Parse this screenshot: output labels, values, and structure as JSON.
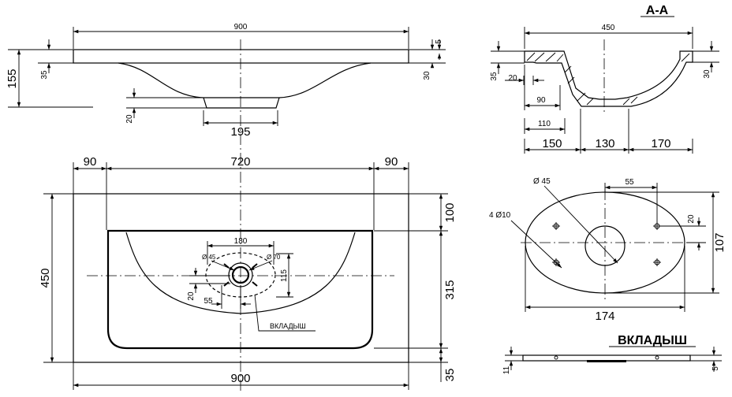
{
  "side_view": {
    "overall": "900",
    "depth": "155",
    "top": "35",
    "rim": "30",
    "edge": "5",
    "drain_h": "20",
    "drain_w": "195"
  },
  "plan_view": {
    "left": "90",
    "mid": "720",
    "right": "90",
    "depth": "450",
    "width": "900",
    "off_top": "100",
    "off_mid": "315",
    "off_bot": "35",
    "insert_w": "180",
    "d45": "Ø 45",
    "d70": "Ø 70",
    "insert_h": "115",
    "drain_off": "20",
    "drain_side": "55",
    "insert_label": "ВКЛАДЫШ"
  },
  "section": {
    "title": "А-А",
    "width": "450",
    "left_h": "35",
    "right_h": "30",
    "gap": "20",
    "inner": "90",
    "outer": "110",
    "seg1": "150",
    "seg2": "130",
    "seg3": "170"
  },
  "insert_view": {
    "d45": "Ø 45",
    "holes": "4 Ø10",
    "off": "55",
    "h_off": "20",
    "height": "107",
    "width": "174"
  },
  "insert_section": {
    "title": "ВКЛАДЫШ",
    "left_t": "11",
    "right_t": "5"
  }
}
